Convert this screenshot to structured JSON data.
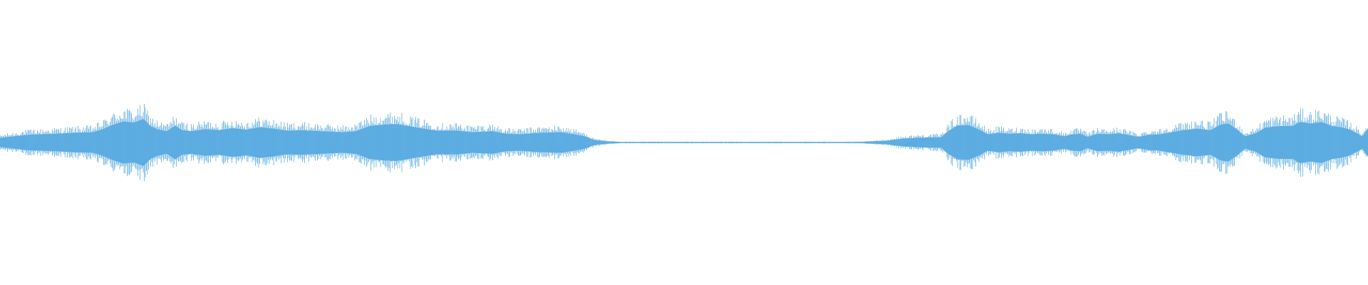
{
  "waveform": {
    "color": "#5dade2",
    "background": "#ffffff",
    "amplitude_profile": [
      [
        0.0,
        0.045
      ],
      [
        0.01,
        0.06
      ],
      [
        0.02,
        0.075
      ],
      [
        0.04,
        0.085
      ],
      [
        0.055,
        0.095
      ],
      [
        0.068,
        0.1
      ],
      [
        0.075,
        0.13
      ],
      [
        0.082,
        0.17
      ],
      [
        0.09,
        0.205
      ],
      [
        0.098,
        0.195
      ],
      [
        0.105,
        0.23
      ],
      [
        0.11,
        0.16
      ],
      [
        0.115,
        0.13
      ],
      [
        0.122,
        0.11
      ],
      [
        0.128,
        0.165
      ],
      [
        0.133,
        0.12
      ],
      [
        0.14,
        0.11
      ],
      [
        0.15,
        0.13
      ],
      [
        0.16,
        0.12
      ],
      [
        0.17,
        0.14
      ],
      [
        0.18,
        0.125
      ],
      [
        0.19,
        0.15
      ],
      [
        0.2,
        0.135
      ],
      [
        0.21,
        0.115
      ],
      [
        0.22,
        0.12
      ],
      [
        0.235,
        0.11
      ],
      [
        0.25,
        0.1
      ],
      [
        0.26,
        0.11
      ],
      [
        0.27,
        0.16
      ],
      [
        0.28,
        0.175
      ],
      [
        0.29,
        0.18
      ],
      [
        0.295,
        0.17
      ],
      [
        0.305,
        0.145
      ],
      [
        0.32,
        0.115
      ],
      [
        0.335,
        0.115
      ],
      [
        0.345,
        0.1
      ],
      [
        0.36,
        0.11
      ],
      [
        0.37,
        0.085
      ],
      [
        0.38,
        0.08
      ],
      [
        0.395,
        0.095
      ],
      [
        0.41,
        0.1
      ],
      [
        0.42,
        0.08
      ],
      [
        0.428,
        0.06
      ],
      [
        0.433,
        0.03
      ],
      [
        0.438,
        0.018
      ],
      [
        0.445,
        0.01
      ],
      [
        0.455,
        0.005
      ],
      [
        0.62,
        0.005
      ],
      [
        0.63,
        0.006
      ],
      [
        0.64,
        0.012
      ],
      [
        0.65,
        0.02
      ],
      [
        0.66,
        0.038
      ],
      [
        0.67,
        0.045
      ],
      [
        0.68,
        0.05
      ],
      [
        0.688,
        0.05
      ],
      [
        0.693,
        0.11
      ],
      [
        0.7,
        0.165
      ],
      [
        0.708,
        0.17
      ],
      [
        0.716,
        0.125
      ],
      [
        0.722,
        0.08
      ],
      [
        0.73,
        0.095
      ],
      [
        0.738,
        0.085
      ],
      [
        0.746,
        0.09
      ],
      [
        0.754,
        0.08
      ],
      [
        0.762,
        0.085
      ],
      [
        0.77,
        0.08
      ],
      [
        0.778,
        0.06
      ],
      [
        0.784,
        0.08
      ],
      [
        0.79,
        0.085
      ],
      [
        0.795,
        0.055
      ],
      [
        0.802,
        0.085
      ],
      [
        0.81,
        0.08
      ],
      [
        0.818,
        0.09
      ],
      [
        0.826,
        0.07
      ],
      [
        0.832,
        0.055
      ],
      [
        0.84,
        0.075
      ],
      [
        0.848,
        0.08
      ],
      [
        0.856,
        0.1
      ],
      [
        0.865,
        0.12
      ],
      [
        0.875,
        0.135
      ],
      [
        0.885,
        0.12
      ],
      [
        0.892,
        0.175
      ],
      [
        0.898,
        0.185
      ],
      [
        0.904,
        0.13
      ],
      [
        0.91,
        0.06
      ],
      [
        0.918,
        0.09
      ],
      [
        0.925,
        0.145
      ],
      [
        0.935,
        0.16
      ],
      [
        0.945,
        0.16
      ],
      [
        0.95,
        0.2
      ],
      [
        0.958,
        0.185
      ],
      [
        0.966,
        0.2
      ],
      [
        0.974,
        0.16
      ],
      [
        0.98,
        0.15
      ],
      [
        0.986,
        0.13
      ],
      [
        0.992,
        0.09
      ],
      [
        0.996,
        0.06
      ],
      [
        1.0,
        0.14
      ]
    ]
  }
}
